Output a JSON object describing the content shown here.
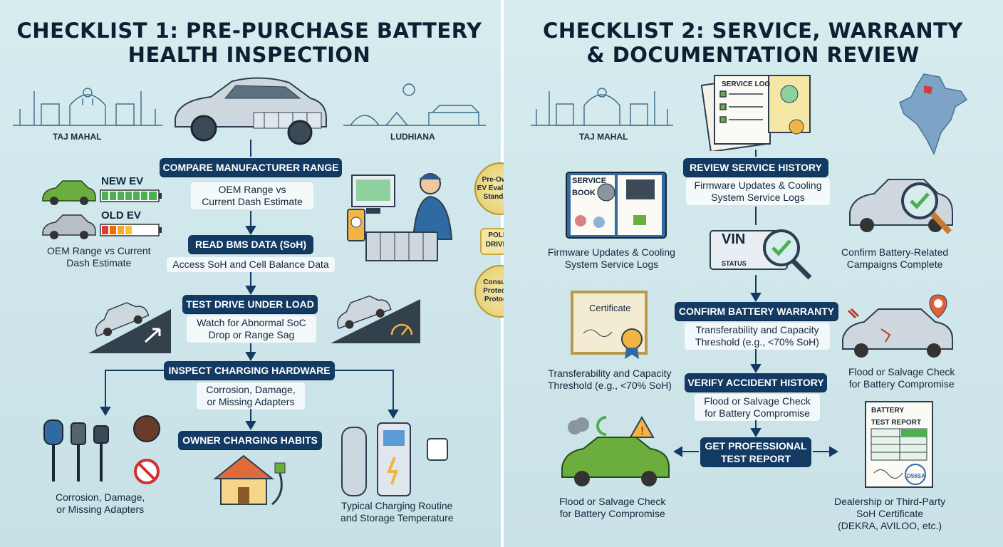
{
  "left": {
    "title_line1": "CHECKLIST 1: PRE-PURCHASE BATTERY",
    "title_line2": "HEALTH INSPECTION",
    "landmark_left": "TAJ MAHAL",
    "landmark_right": "LUDHIANA",
    "new_ev": "NEW EV",
    "old_ev": "OLD EV",
    "oem_note_l1": "OEM Range vs Current",
    "oem_note_l2": "Dash Estimate",
    "steps": [
      {
        "label": "COMPARE MANUFACTURER RANGE",
        "desc_l1": "OEM Range vs",
        "desc_l2": "Current Dash Estimate"
      },
      {
        "label": "READ BMS DATA (SoH)",
        "desc_l1": "Access SoH and Cell Balance Data",
        "desc_l2": ""
      },
      {
        "label": "TEST DRIVE UNDER LOAD",
        "desc_l1": "Watch for Abnormal SoC",
        "desc_l2": "Drop or Range Sag"
      },
      {
        "label": "INSPECT CHARGING HARDWARE",
        "desc_l1": "Corrosion, Damage,",
        "desc_l2": "or Missing Adapters"
      },
      {
        "label": "OWNER CHARGING HABITS",
        "desc_l1": "",
        "desc_l2": ""
      }
    ],
    "bottom_left_l1": "Corrosion, Damage,",
    "bottom_left_l2": "or Missing Adapters",
    "bottom_right_l1": "Typical Charging Routine",
    "bottom_right_l2": "and Storage Temperature"
  },
  "center": {
    "badge1_l1": "Pre-Owned",
    "badge1_l2": "EV Evaluation",
    "badge1_l3": "Standards",
    "plate_l1": "POLICY",
    "plate_l2": "DRIVERS",
    "badge2_l1": "Consumer",
    "badge2_l2": "Protection",
    "badge2_l3": "Protocols"
  },
  "right": {
    "title_line1": "CHECKLIST 2: SERVICE, WARRANTY",
    "title_line2": "& DOCUMENTATION REVIEW",
    "landmark_left": "TAJ MAHAL",
    "service_log": "SERVICE LOG",
    "service_book_l1": "SERVICE",
    "service_book_l2": "BOOK",
    "vin": "VIN",
    "vin_status": "STATUS",
    "certificate": "Certificate",
    "report_l1": "BATTERY",
    "report_l2": "TEST REPORT",
    "report_stamp": "D56SA",
    "steps": [
      {
        "label": "REVIEW SERVICE HISTORY",
        "desc_l1": "Firmware Updates & Cooling",
        "desc_l2": "System Service Logs"
      },
      {
        "label": "CONFIRM BATTERY WARRANTY",
        "desc_l1": "Transferability and Capacity",
        "desc_l2": "Threshold (e.g., <70% SoH)"
      },
      {
        "label": "VERIFY ACCIDENT HISTORY",
        "desc_l1": "Flood or Salvage Check",
        "desc_l2": "for Battery Compromise"
      },
      {
        "label_l1": "GET PROFESSIONAL",
        "label_l2": "TEST REPORT"
      }
    ],
    "left_col_1_l1": "Firmware Updates & Cooling",
    "left_col_1_l2": "System Service Logs",
    "left_col_2_l1": "Transferability and Capacity",
    "left_col_2_l2": "Threshold (e.g., <70% SoH)",
    "left_col_3_l1": "Flood or Salvage Check",
    "left_col_3_l2": "for Battery Compromise",
    "right_col_1_l1": "Confirm Battery-Related",
    "right_col_1_l2": "Campaigns Complete",
    "right_col_2_l1": "Flood or Salvage Check",
    "right_col_2_l2": "for Battery Compromise",
    "right_col_3_l1": "Dealership or Third-Party",
    "right_col_3_l2": "SoH Certificate",
    "right_col_3_l3": "(DEKRA, AVILOO, etc.)"
  },
  "colors": {
    "pill": "#123a63",
    "background": "#cfe6ea",
    "ev_green": "#6cae3e",
    "badge_gold": "#e9d37c"
  }
}
